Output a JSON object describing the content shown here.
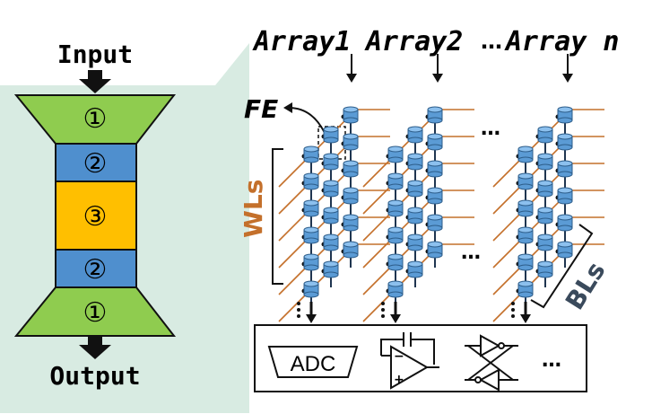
{
  "left_stack": {
    "input_label": "Input",
    "output_label": "Output",
    "blocks": [
      {
        "label": "①",
        "color": "#8fcc4f"
      },
      {
        "label": "②",
        "color": "#4f8fce"
      },
      {
        "label": "③",
        "color": "#ffbf00"
      },
      {
        "label": "②",
        "color": "#4f8fce"
      },
      {
        "label": "①",
        "color": "#8fcc4f"
      }
    ],
    "highlight_color": "#d8ebe2"
  },
  "arrays": {
    "labels": [
      "Array1",
      "Array2",
      "Array n"
    ],
    "separator": "…",
    "fe_label": "FE",
    "wl_label": "WLs",
    "bl_label": "BLs",
    "ellipsis": "…",
    "wire_color": "#c4702b",
    "cell_color": "#5b9bd5",
    "label_color_wl": "#c4702b",
    "label_color_bl": "#3a4a5c"
  },
  "peripheral": {
    "adc_label": "ADC",
    "opamp_plus": "+",
    "opamp_minus": "−",
    "more": "…"
  }
}
